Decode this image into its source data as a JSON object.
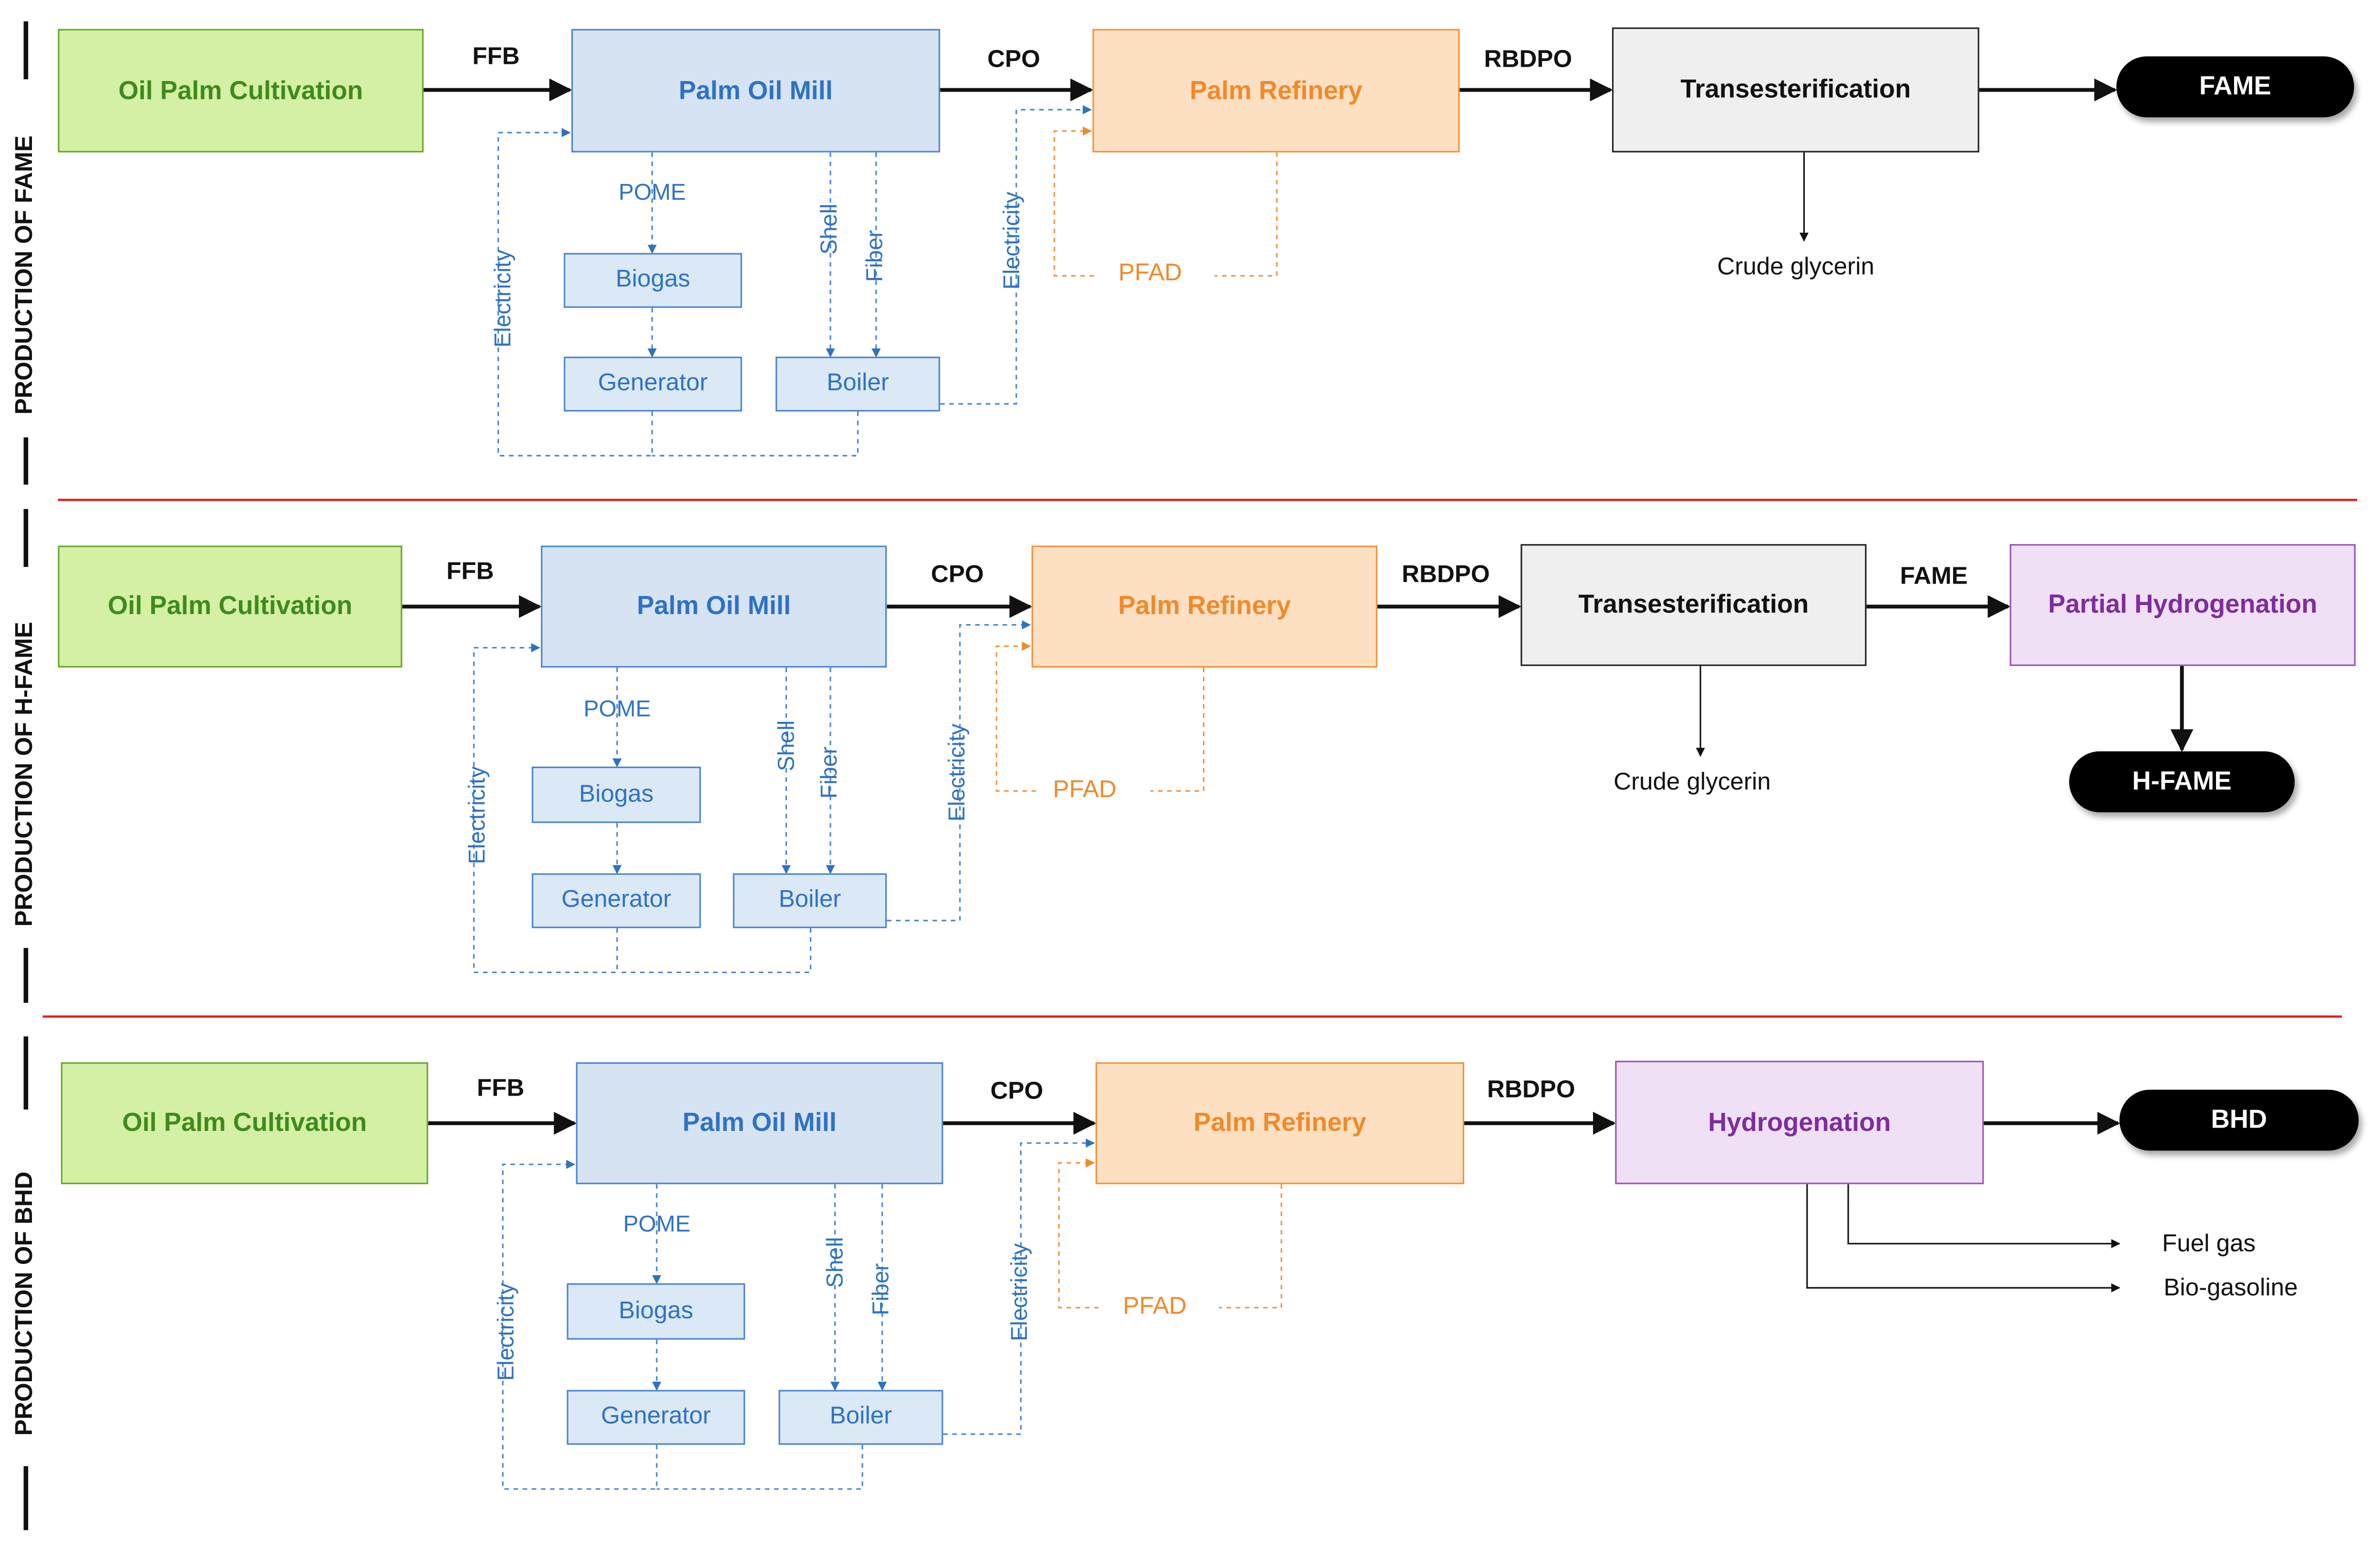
{
  "sections": [
    {
      "side_label": "PRODUCTION OF FAME",
      "cultivation": "Oil Palm Cultivation",
      "mill": "Palm Oil Mill",
      "refinery": "Palm Refinery",
      "process": "Transesterification",
      "product": "FAME",
      "flows": {
        "ffb": "FFB",
        "cpo": "CPO",
        "rbdpo": "RBDPO"
      },
      "mill_units": {
        "biogas": "Biogas",
        "generator": "Generator",
        "boiler": "Boiler"
      },
      "streams": {
        "pome": "POME",
        "shell": "Shell",
        "fiber": "Fiber",
        "electricity_left": "Electricity",
        "electricity_right": "Electricity",
        "pfad": "PFAD"
      },
      "byproducts": [
        "Crude glycerin"
      ]
    },
    {
      "side_label": "PRODUCTION OF H-FAME",
      "cultivation": "Oil Palm Cultivation",
      "mill": "Palm Oil Mill",
      "refinery": "Palm Refinery",
      "process": "Transesterification",
      "process2": "Partial Hydrogenation",
      "product": "H-FAME",
      "flows": {
        "ffb": "FFB",
        "cpo": "CPO",
        "rbdpo": "RBDPO",
        "fame": "FAME"
      },
      "mill_units": {
        "biogas": "Biogas",
        "generator": "Generator",
        "boiler": "Boiler"
      },
      "streams": {
        "pome": "POME",
        "shell": "Shell",
        "fiber": "Fiber",
        "electricity_left": "Electricity",
        "electricity_right": "Electricity",
        "pfad": "PFAD"
      },
      "byproducts": [
        "Crude glycerin"
      ]
    },
    {
      "side_label": "PRODUCTION OF BHD",
      "cultivation": "Oil Palm Cultivation",
      "mill": "Palm Oil Mill",
      "refinery": "Palm Refinery",
      "process": "Hydrogenation",
      "product": "BHD",
      "flows": {
        "ffb": "FFB",
        "cpo": "CPO",
        "rbdpo": "RBDPO"
      },
      "mill_units": {
        "biogas": "Biogas",
        "generator": "Generator",
        "boiler": "Boiler"
      },
      "streams": {
        "pome": "POME",
        "shell": "Shell",
        "fiber": "Fiber",
        "electricity_left": "Electricity",
        "electricity_right": "Electricity",
        "pfad": "PFAD"
      },
      "byproducts": [
        "Fuel gas",
        "Bio-gasoline"
      ]
    }
  ],
  "colors": {
    "cultivation_fill": "#d4f0a4",
    "mill_fill": "#d6e3f3",
    "refinery_fill": "#fde0c2",
    "transesterification_fill": "#efefef",
    "hydrogenation_fill": "#efe0f6",
    "mill_stream": "#4a86d0",
    "pfad_stream": "#f3923c",
    "separator": "#e02020"
  }
}
